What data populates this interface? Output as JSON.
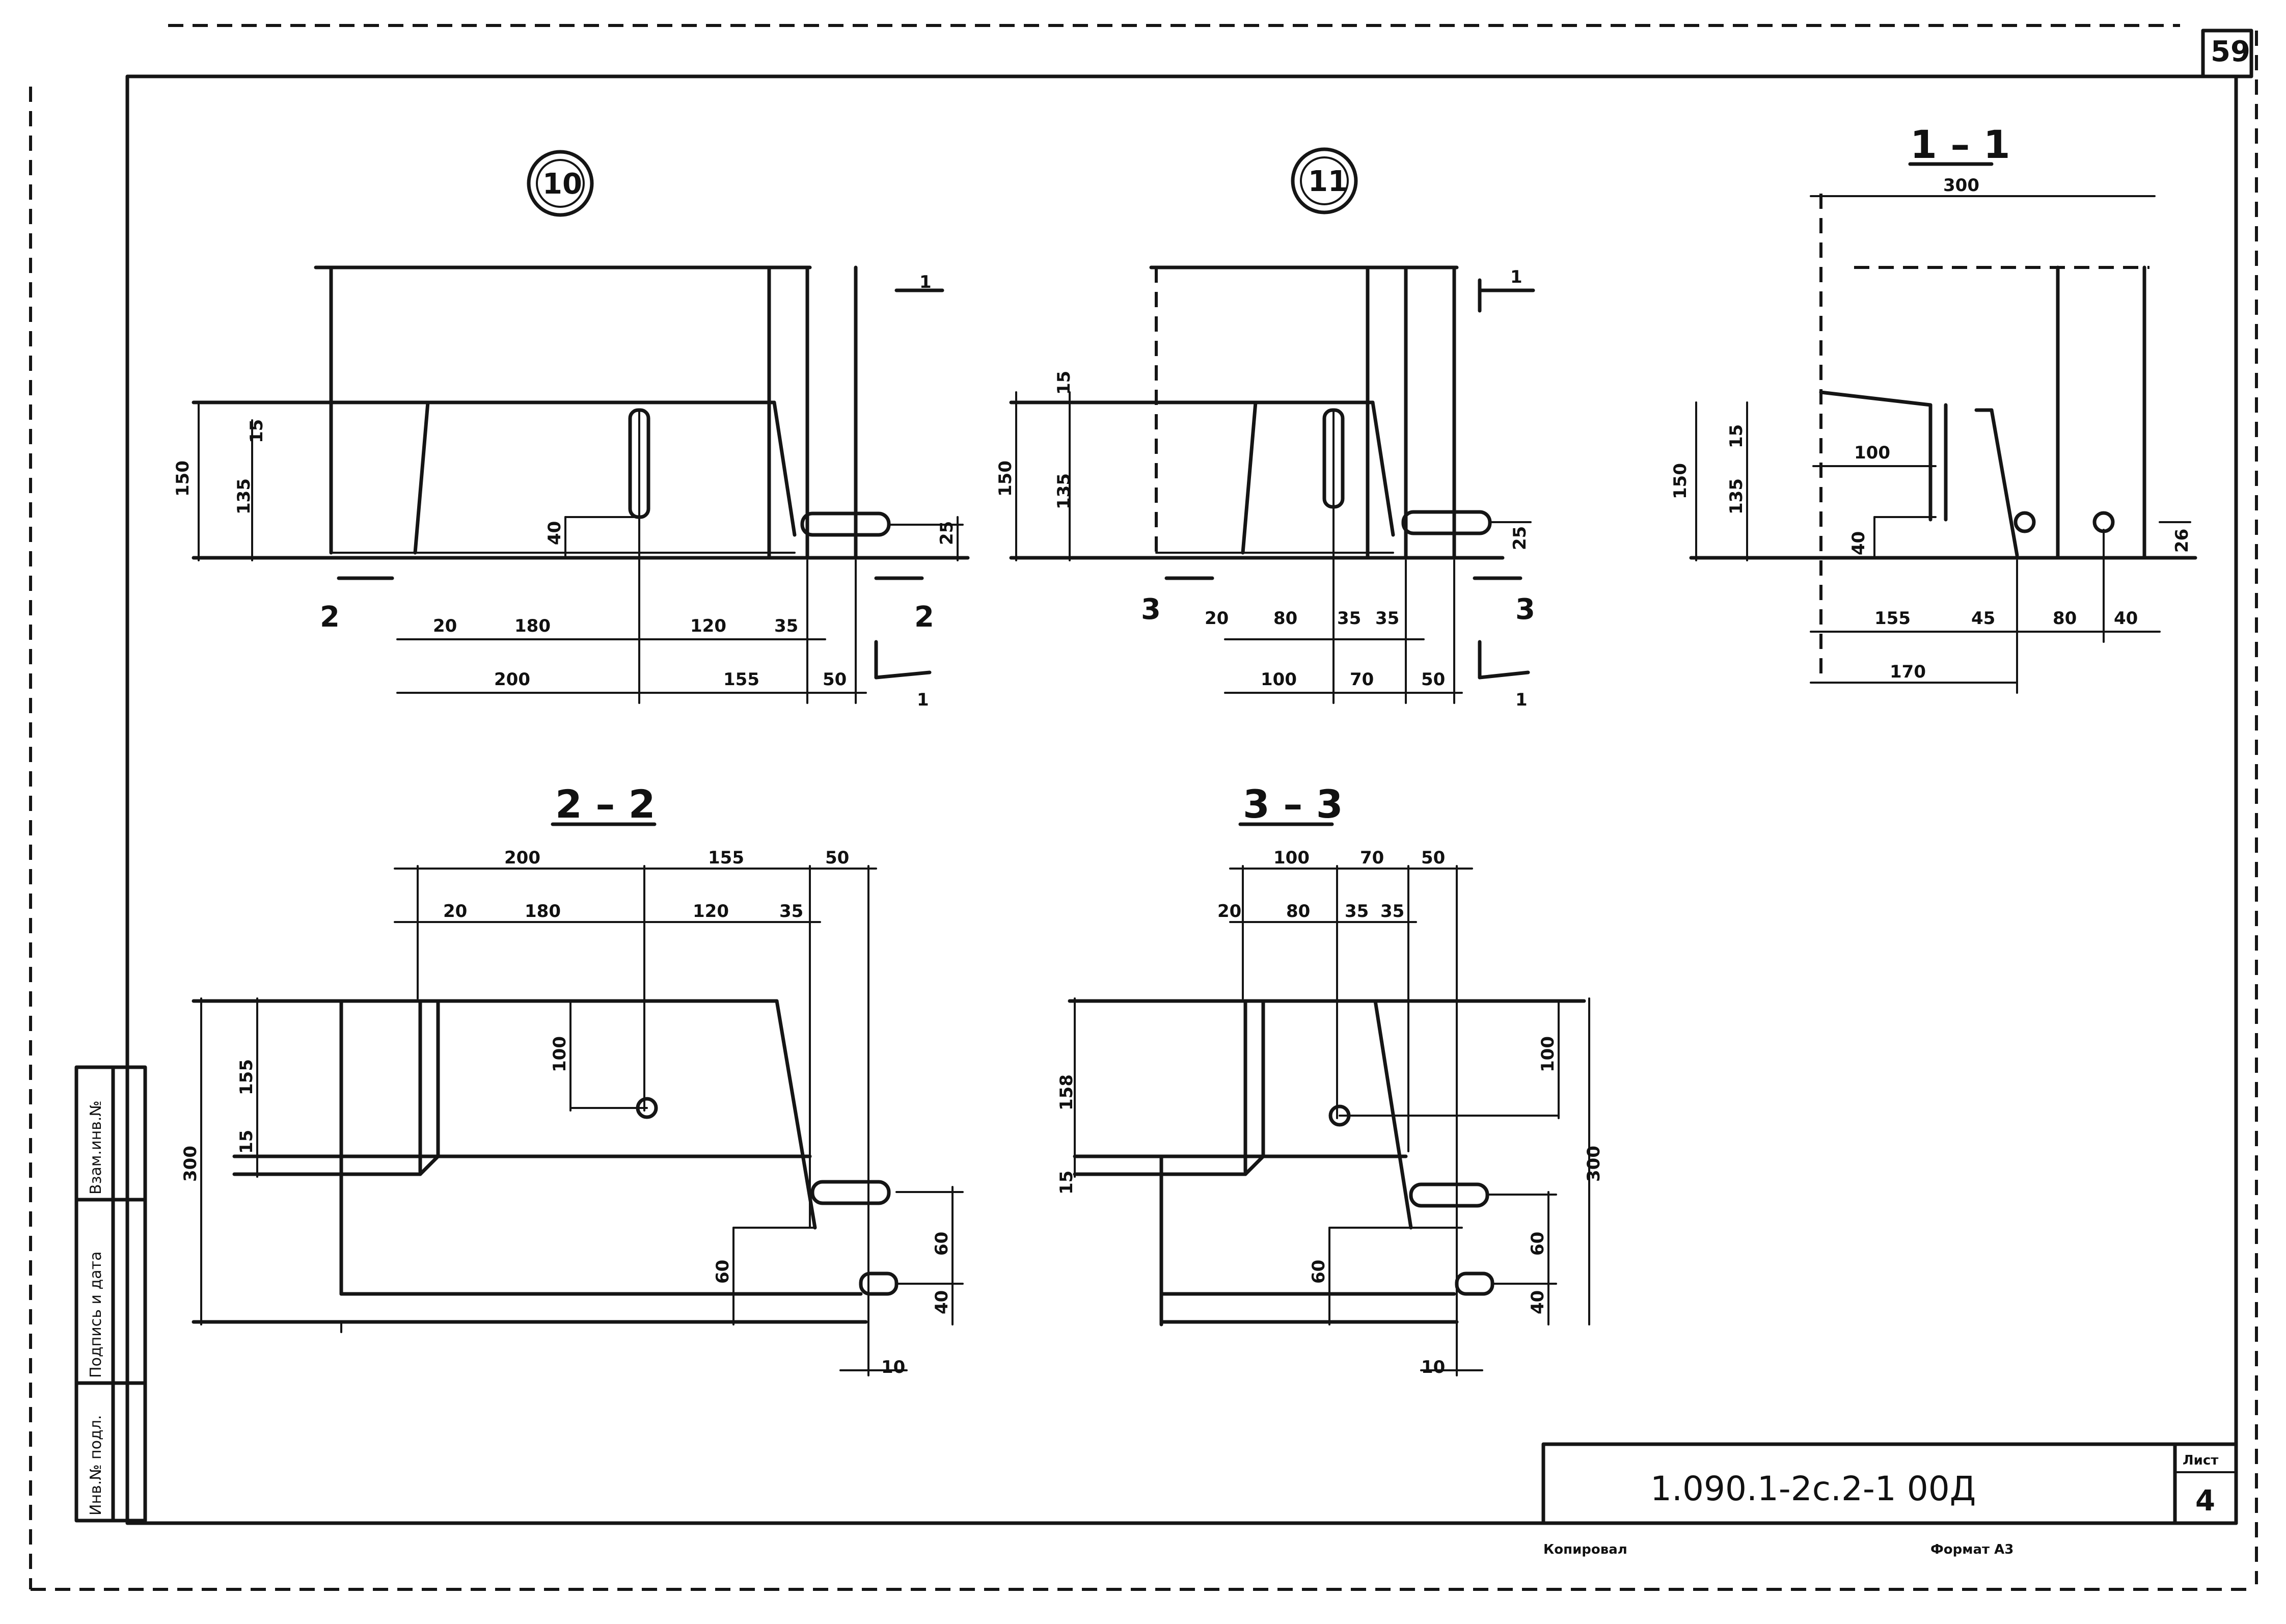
{
  "sheet": {
    "page_number": "59",
    "designation": "1.090.1-2с.2-1 00Д",
    "sheet_label": "Лист",
    "sheet_number": "4",
    "copied_label": "Копировал",
    "format_label": "Формат А3"
  },
  "stamp_column": {
    "inv_orig": "Инв.№ подл.",
    "sign_date": "Подпись и дата",
    "replace_inv": "Взам.инв.№"
  },
  "views": {
    "node_10": "10",
    "node_11": "11",
    "section_1_1": "1 – 1",
    "section_2_2": "2 – 2",
    "section_3_3": "3 – 3"
  },
  "section_marks": {
    "two": "2",
    "three": "3",
    "one": "1"
  },
  "dims": {
    "d150": "150",
    "d15": "15",
    "d135": "135",
    "d40": "40",
    "d25": "25",
    "d26": "26",
    "d20": "20",
    "d180": "180",
    "d120": "120",
    "d35": "35",
    "d200": "200",
    "d155": "155",
    "d50": "50",
    "d80": "80",
    "d100": "100",
    "d70": "70",
    "d300": "300",
    "d170": "170",
    "d45": "45",
    "d60": "60",
    "d10": "10",
    "d158": "158",
    "d151": "15"
  }
}
